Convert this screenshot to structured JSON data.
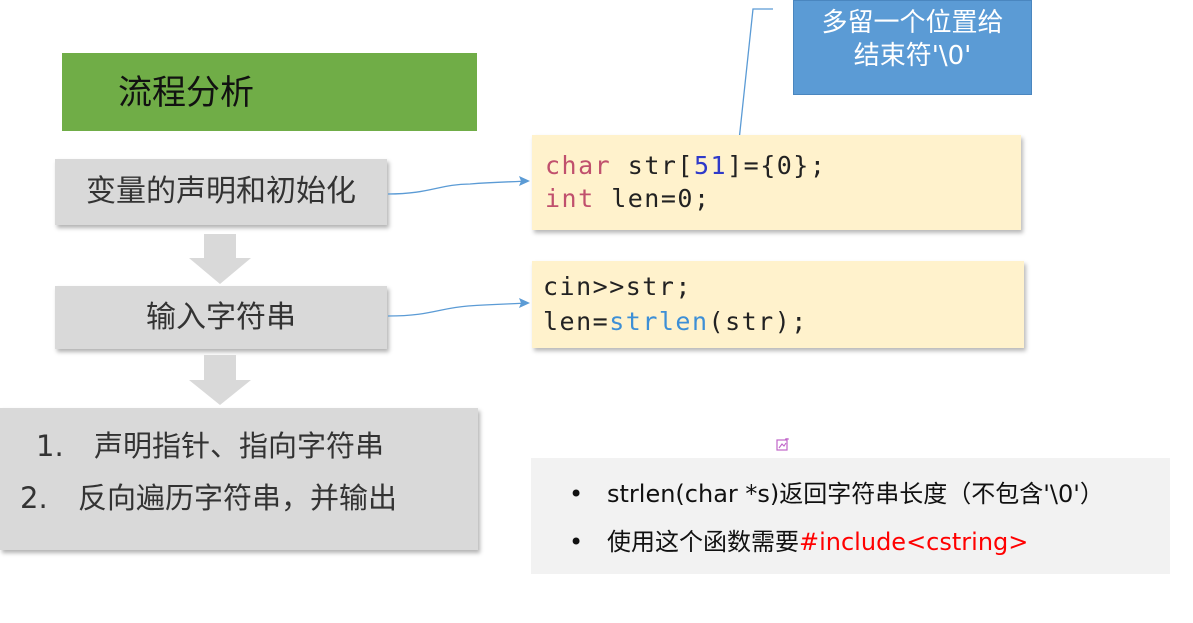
{
  "title": "流程分析",
  "steps": [
    {
      "label": "变量的声明和初始化"
    },
    {
      "label": "输入字符串"
    }
  ],
  "step3_items": [
    {
      "num": "1.",
      "text": "声明指针、指向字符串"
    },
    {
      "num": "2.",
      "text": "反向遍历字符串，并输出"
    }
  ],
  "code_block_1": {
    "line1": {
      "kw": "char",
      "pre": " str[",
      "num": "51",
      "post": "]={0};"
    },
    "line2": {
      "kw": "int",
      "rest": " len=0;"
    }
  },
  "code_block_2": {
    "line1": "cin>>str;",
    "line2": {
      "pre": "len=",
      "fn": "strlen",
      "post": "(str);"
    }
  },
  "callout": {
    "line1": "多留一个位置给",
    "line2": "结束符'\\0'"
  },
  "info": {
    "bullet": "•",
    "item1": "strlen(char *s)返回字符串长度（不包含'\\0'）",
    "item2_prefix": "使用这个函数需要",
    "item2_highlight": "#include<cstring>"
  },
  "colors": {
    "title_bg": "#70ad47",
    "step_bg": "#d9d9d9",
    "code_bg": "#fff2cc",
    "callout_bg": "#5b9bd5",
    "info_bg": "#f2f2f2",
    "connector": "#5b9bd5",
    "keyword": "#c0506d",
    "number": "#2f3ac9",
    "function": "#3d8fd6",
    "highlight": "#ff0000"
  },
  "icons": {
    "down_arrow": "down-arrow-icon",
    "edit": "edit-icon"
  }
}
